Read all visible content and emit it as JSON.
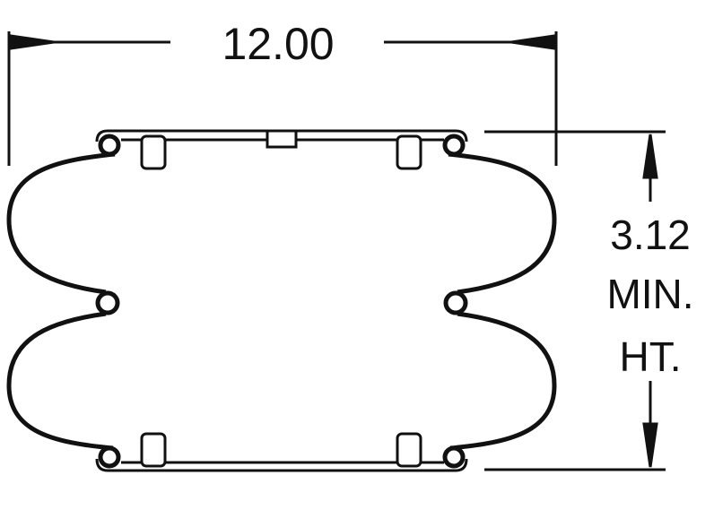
{
  "drawing": {
    "width_dimension": "12.00",
    "height_dimension": "3.12",
    "height_note_line1": "MIN.",
    "height_note_line2": "HT.",
    "line_color": "#111111",
    "background_color": "#ffffff"
  }
}
